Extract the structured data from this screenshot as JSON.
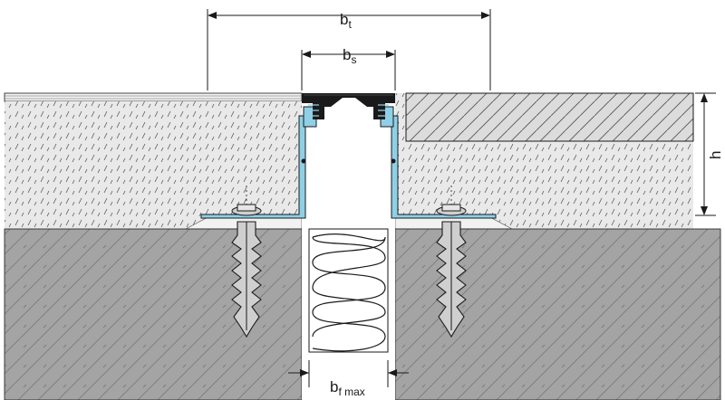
{
  "diagram": {
    "labels": {
      "bt_main": "b",
      "bt_sub": "t",
      "bs_main": "b",
      "bs_sub": "s",
      "bf_main": "b",
      "bf_sub": "f max",
      "h": "h"
    },
    "colors": {
      "screed": "#e8e8e8",
      "concrete": "#a3a3a3",
      "tile": "#dcdcdc",
      "profile": "#8fd0e6",
      "rubber": "#1a1a1a",
      "foam": "#ffffff",
      "anchor": "#cfcfcf",
      "line": "#1a1a1a"
    }
  }
}
